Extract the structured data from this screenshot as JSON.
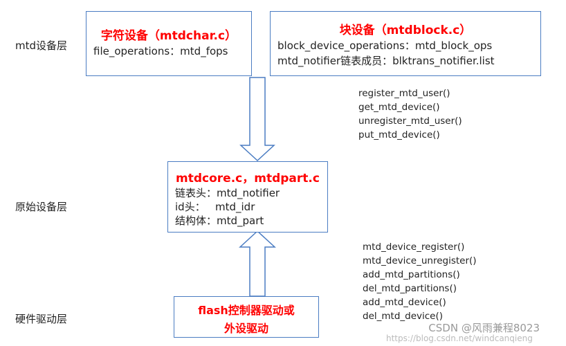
{
  "layers": {
    "top": "mtd设备层",
    "mid": "原始设备层",
    "bottom": "硬件驱动层"
  },
  "char_box": {
    "title": "字符设备（mtdchar.c）",
    "line1": "file_operations：mtd_fops"
  },
  "block_box": {
    "title": "块设备（mtdblock.c）",
    "line1": "block_device_operations：mtd_block_ops",
    "line2": "mtd_notifier链表成员：blktrans_notifier.list"
  },
  "core_box": {
    "title": "mtdcore.c，mtdpart.c",
    "line1": "链表头：mtd_notifier",
    "line2": "id头：   mtd_idr",
    "line3": "结构体：mtd_part"
  },
  "driver_box": {
    "title_line1": "flash控制器驱动或",
    "title_line2": "外设驱动"
  },
  "upper_calls": [
    "register_mtd_user()",
    "get_mtd_device()",
    "unregister_mtd_user()",
    "put_mtd_device()"
  ],
  "lower_calls": [
    "mtd_device_register()",
    "mtd_device_unregister()",
    "add_mtd_partitions()",
    "del_mtd_partitions()",
    "add_mtd_device()",
    "del_mtd_device()"
  ],
  "watermark": {
    "brand": "CSDN @风雨兼程8023",
    "url": "https://blog.csdn.net/windcanqieng"
  },
  "colors": {
    "box_border": "#4a7cc2",
    "title_red": "#ff0000"
  }
}
